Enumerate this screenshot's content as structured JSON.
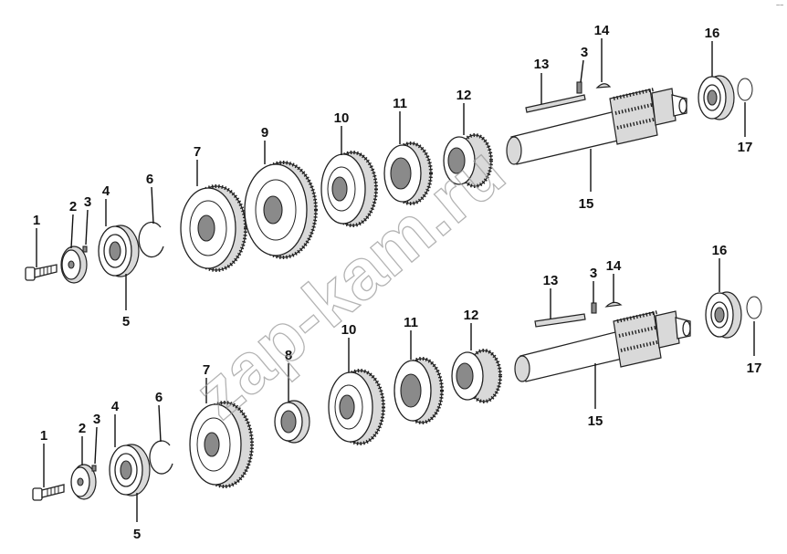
{
  "watermark": "zap-kam.ru",
  "corner_mark": "~~",
  "top_assembly": {
    "labels": [
      "1",
      "2",
      "3",
      "4",
      "5",
      "6",
      "7",
      "9",
      "10",
      "11",
      "12",
      "13",
      "3",
      "14",
      "16",
      "15",
      "17"
    ]
  },
  "bottom_assembly": {
    "labels": [
      "1",
      "2",
      "3",
      "4",
      "5",
      "6",
      "7",
      "8",
      "10",
      "11",
      "12",
      "13",
      "3",
      "14",
      "16",
      "15",
      "17"
    ]
  }
}
